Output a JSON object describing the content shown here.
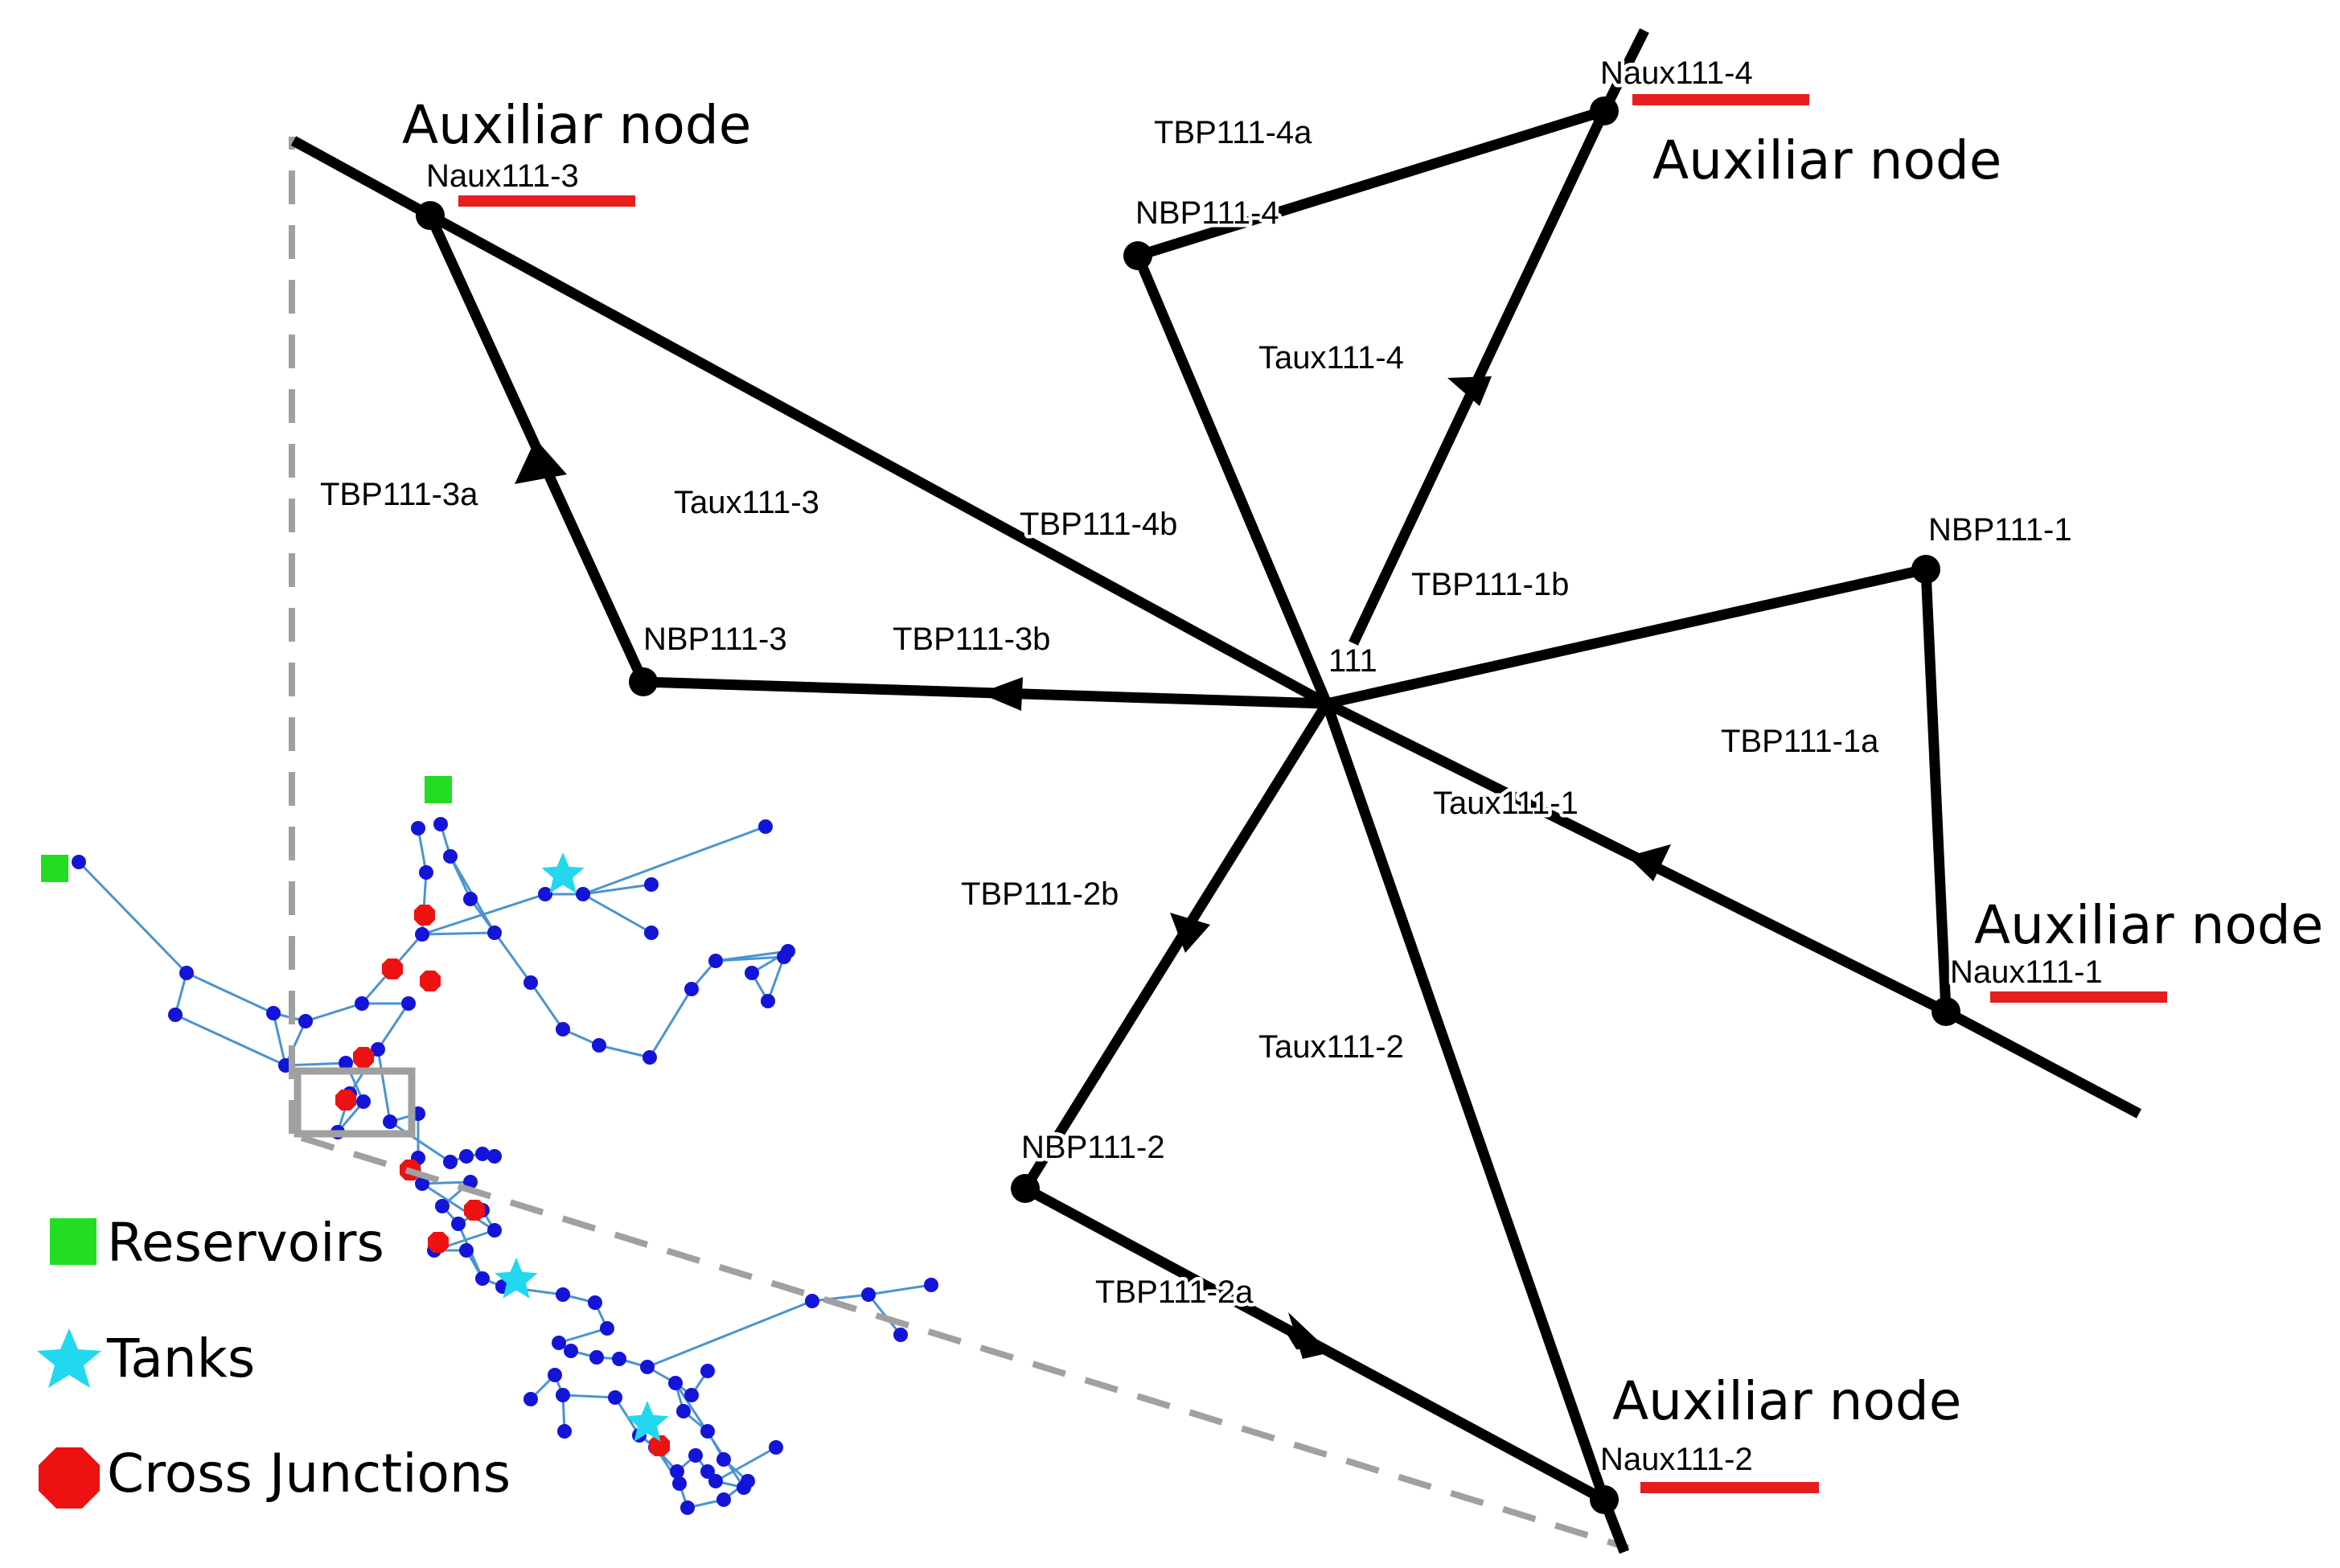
{
  "colors": {
    "pipe": "#000000",
    "underline": "#e61e1e",
    "inset_pipe": "#4a94d0",
    "junction": "#1414d8",
    "reservoir": "#22dd22",
    "tank": "#22d8ee",
    "cross_junction": "#ee1111",
    "zoom_guide": "#a0a0a0"
  },
  "labels": {
    "aux_node": "Auxiliar node",
    "center": "111",
    "naux1": "Naux111-1",
    "naux2": "Naux111-2",
    "naux3": "Naux111-3",
    "naux4": "Naux111-4",
    "nbp1": "NBP111-1",
    "nbp2": "NBP111-2",
    "nbp3": "NBP111-3",
    "nbp4": "NBP111-4",
    "tbp1a": "TBP111-1a",
    "tbp1b": "TBP111-1b",
    "tbp2a": "TBP111-2a",
    "tbp2b": "TBP111-2b",
    "tbp3a": "TBP111-3a",
    "tbp3b": "TBP111-3b",
    "tbp4a": "TBP111-4a",
    "tbp4b": "TBP111-4b",
    "taux1": "Taux111-1",
    "taux2": "Taux111-2",
    "taux3": "Taux111-3",
    "taux4": "Taux111-4"
  },
  "legend": {
    "reservoirs": "Reservoirs",
    "tanks": "Tanks",
    "cross_junctions": "Cross Junctions"
  }
}
